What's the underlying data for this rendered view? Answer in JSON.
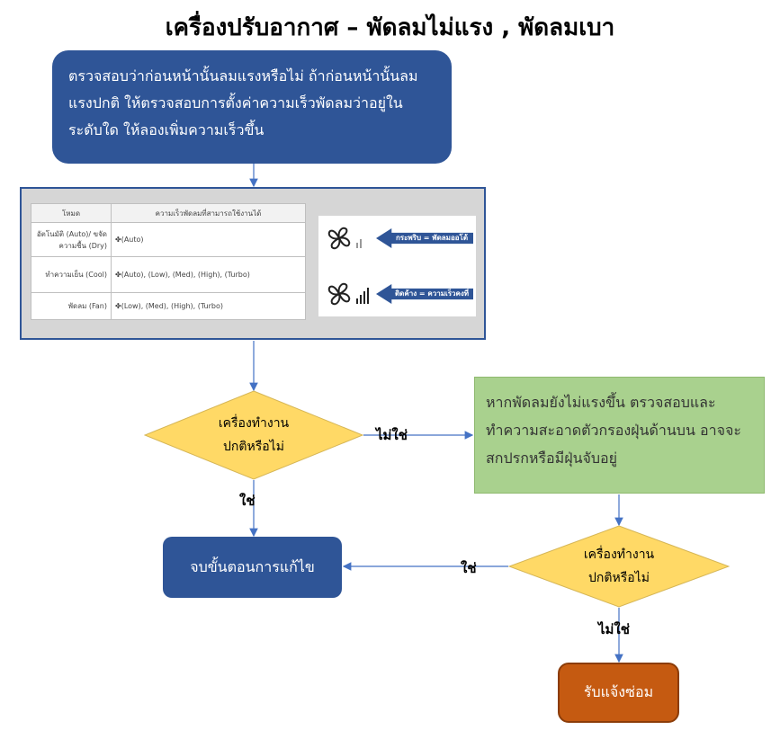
{
  "title": "เครื่องปรับอากาศ – พัดลมไม่แรง , พัดลมเบา",
  "intro": "ตรวจสอบว่าก่อนหน้านั้นลมแรงหรือไม่ ถ้าก่อนหน้านั้นลมแรงปกติ ให้ตรวจสอบการตั้งค่าความเร็วพัดลมว่าอยู่ในระดับใด ให้ลองเพิ่มความเร็วขึ้น",
  "table": {
    "headers": [
      "โหมด",
      "ความเร็วพัดลมที่สามารถใช้งานได้"
    ],
    "rows": [
      {
        "mode": "อัตโนมัติ (Auto)/ ขจัดความชื้น (Dry)",
        "speeds": "(Auto)"
      },
      {
        "mode": "ทำความเย็น (Cool)",
        "speeds": "(Auto), (Low), (Med), (High), (Turbo)"
      },
      {
        "mode": "พัดลม (Fan)",
        "speeds": "(Low), (Med), (High), (Turbo)"
      }
    ]
  },
  "legend": {
    "blink": "กระพริบ = พัดลมออโต้",
    "steady": "ติดค้าง = ความเร็วคงที่"
  },
  "decision1": {
    "line1": "เครื่องทำงาน",
    "line2": "ปกติหรือไม่"
  },
  "decision2": {
    "line1": "เครื่องทำงาน",
    "line2": "ปกติหรือไม่"
  },
  "filter_box": "หากพัดลมยังไม่แรงขึ้น ตรวจสอบและทำความสะอาดตัวกรองฝุ่นด้านบน อาจจะสกปรกหรือมีฝุ่นจับอยู่",
  "end_box": "จบขั้นตอนการแก้ไข",
  "repair_box": "รับแจ้งซ่อม",
  "labels": {
    "no1": "ไม่ใช่",
    "yes1": "ใช่",
    "yes2": "ใช่",
    "no2": "ไม่ใช่"
  },
  "colors": {
    "blue": "#2f5597",
    "yellow": "#ffd966",
    "green": "#a9d18e",
    "orange": "#c55a11",
    "line": "#4472c4"
  }
}
